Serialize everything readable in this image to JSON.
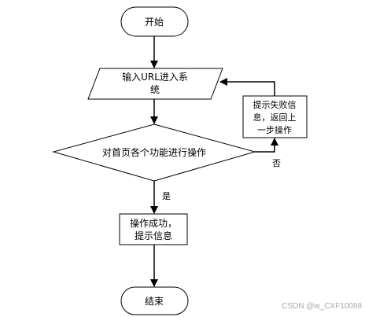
{
  "nodes": {
    "start": {
      "label": "开始"
    },
    "input": {
      "line1": "输入URL进入系",
      "line2": "统"
    },
    "decision": {
      "label": "对首页各个功能进行操作"
    },
    "fail": {
      "line1": "提示失败信",
      "line2": "息，返回上",
      "line3": "一步操作"
    },
    "success": {
      "line1": "操作成功，",
      "line2": "提示信息"
    },
    "end": {
      "label": "结束"
    }
  },
  "edges": {
    "yes_label": "是",
    "no_label": "否"
  },
  "watermark": "CSDN @w_CXF10088"
}
